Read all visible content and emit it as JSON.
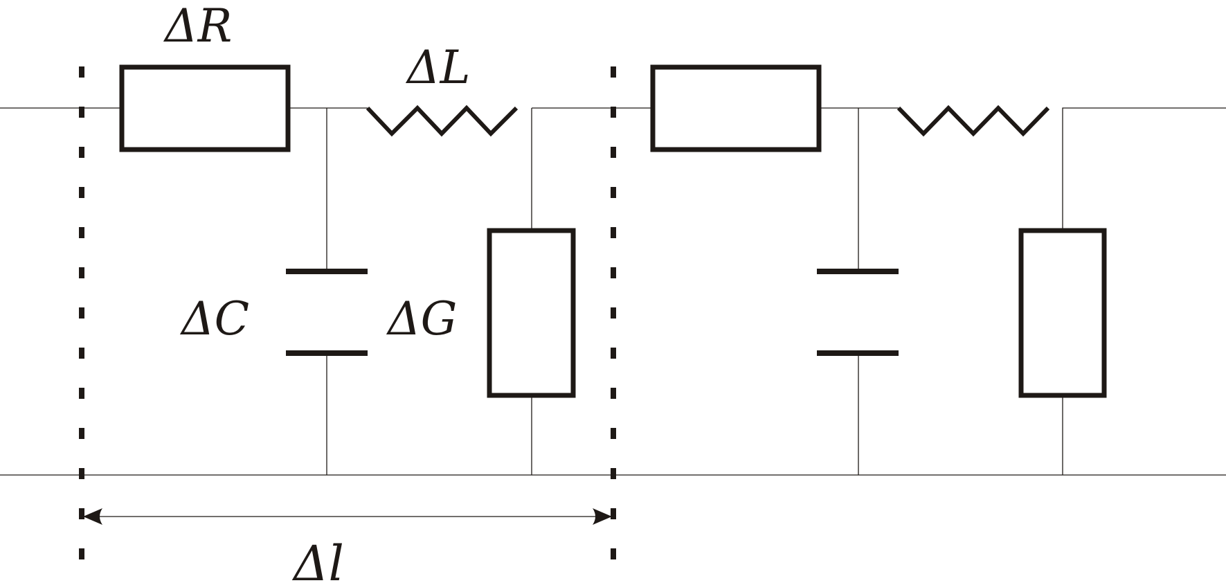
{
  "labels": {
    "delta_r": "ΔR",
    "delta_l": "ΔL",
    "delta_c": "ΔC",
    "delta_g": "ΔG",
    "delta_len": "Δl"
  },
  "colors": {
    "ink": "#1e1916",
    "background": "#ffffff"
  }
}
